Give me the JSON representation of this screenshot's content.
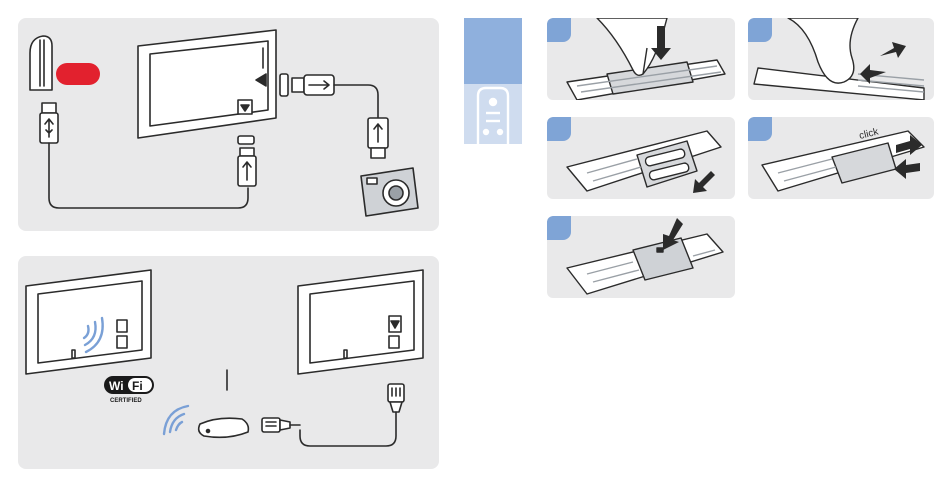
{
  "wifi_logo": {
    "word_left": "Wi",
    "word_right": "Fi",
    "tag": "CERTIFIED"
  },
  "click_label": "click",
  "colors": {
    "panel": "#e9e9ea",
    "accent_blue": "#7fa4d6",
    "tab_blue": "#8fb0dd",
    "alert_red": "#e2212e",
    "outline": "#2b2b2b",
    "wifi_blue": "#7aa0d6"
  },
  "icons": [
    "usb-drive-icon",
    "usb-plug-icon",
    "camera-icon",
    "wifi-waves-icon",
    "router-icon",
    "ethernet-plug-icon",
    "remote-control-icon",
    "arrow-icon"
  ]
}
